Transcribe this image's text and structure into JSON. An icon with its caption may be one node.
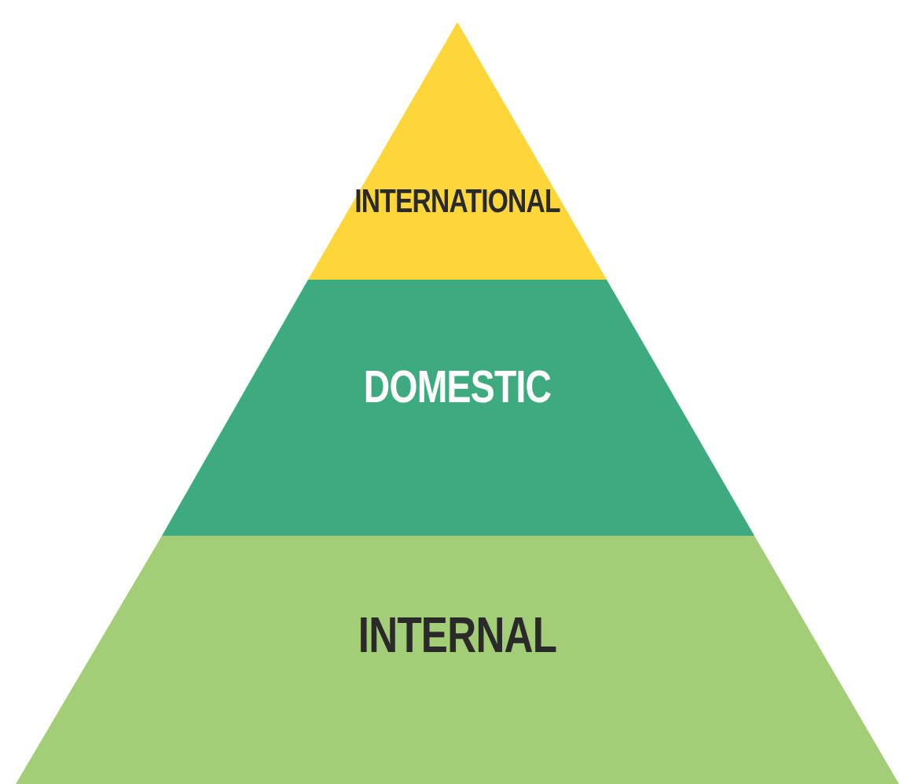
{
  "diagram": {
    "nodes": [
      {
        "text": [
          "INTERNATIONAL"
        ]
      },
      {
        "text": [
          "DOMESTIC"
        ]
      },
      {
        "text": [
          "INTERNAL"
        ]
      }
    ]
  }
}
